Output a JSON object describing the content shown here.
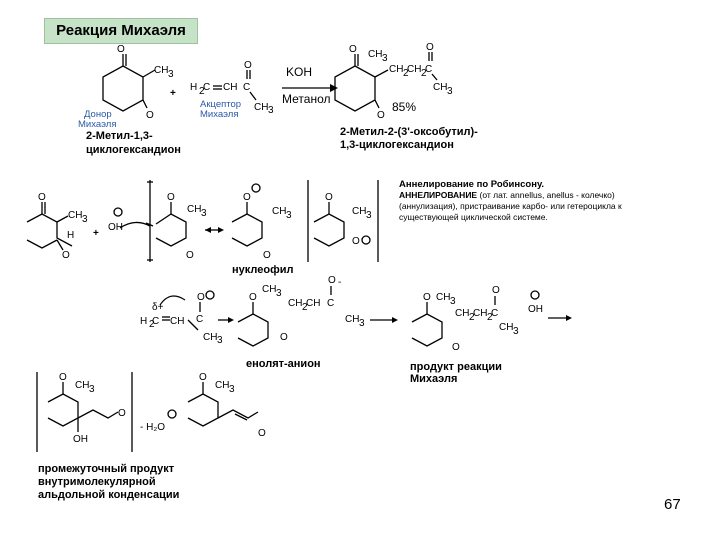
{
  "title": "Реакция Михаэля",
  "donor": {
    "role_line1": "Донор",
    "role_line2": "Михаэля",
    "name_line1": "2-Метил-1,3-",
    "name_line2": "циклогександион"
  },
  "acceptor": {
    "role_line1": "Акцептор",
    "role_line2": "Михаэля"
  },
  "plus": "+",
  "conditions": {
    "reagent": "KOH",
    "solvent": "Метанол"
  },
  "product": {
    "yield": "85%",
    "name_line1": "2-Метил-2-(3'-оксобутил)-",
    "name_line2": "1,3-циклогександион"
  },
  "annelation": {
    "title": "Аннелирование по Робинсону.",
    "term": "АННЕЛИРОВАНИЕ",
    "text": "(от лат. annellus, anellus - колечко) (аннулизация), пристраивание карбо- или гетероцикла к существующей циклической системе."
  },
  "labels": {
    "nucleophile": "нуклеофил",
    "enolate": "енолят-анион",
    "michael_product_line1": "продукт реакции",
    "michael_product_line2": "Михаэля",
    "intermediate_line1": "промежуточный продукт",
    "intermediate_line2": "внутримолекулярной",
    "intermediate_line3": "альдольной конденсации",
    "minus_water": "- H₂O",
    "hydroxide": "OH",
    "partial_charges": "δ+",
    "page_number": "67"
  },
  "atoms": {
    "O": "O",
    "CH3": "CH",
    "sub3": "3",
    "H2C": "H",
    "C": "C",
    "CH": "CH",
    "H": "H",
    "OH": "OH"
  }
}
